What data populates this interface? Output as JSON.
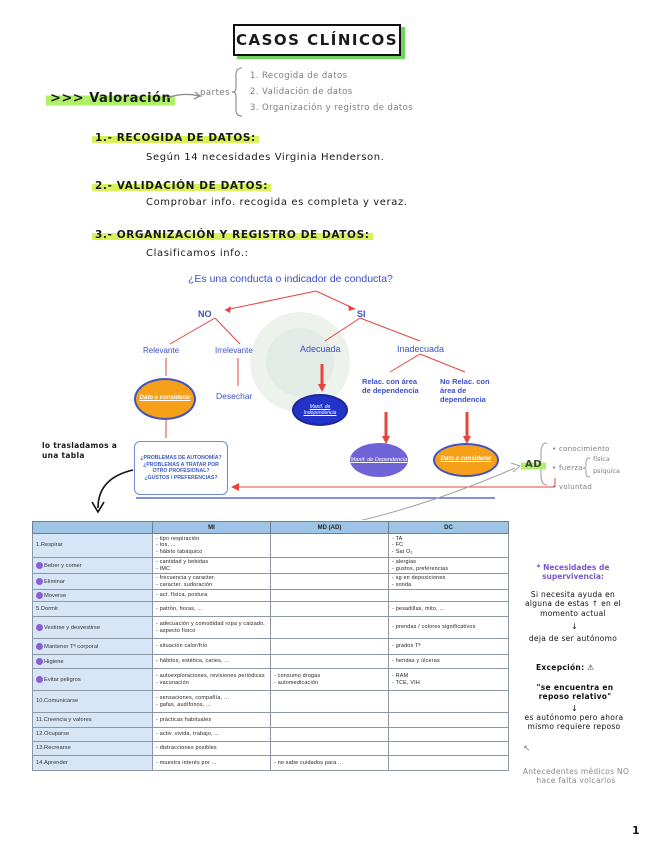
{
  "title": "CASOS CLÍNICOS",
  "valoracion": {
    "label": ">>> Valoración",
    "partes_label": "partes",
    "parts": [
      "1. Recogida de datos",
      "2. Validación de datos",
      "3. Organización y registro de datos"
    ]
  },
  "steps": [
    {
      "title": "1.- RECOGIDA DE DATOS:",
      "text": "Según 14 necesidades Virginia Henderson."
    },
    {
      "title": "2.- VALIDACIÓN DE DATOS:",
      "text": "Comprobar info. recogida es completa y veraz."
    },
    {
      "title": "3.- ORGANIZACIÓN Y REGISTRO DE DATOS:",
      "text": "Clasificamos info.:"
    }
  ],
  "flowchart": {
    "question": "¿Es una conducta o indicador de conducta?",
    "no": "NO",
    "si": "SI",
    "relevante": "Relevante",
    "irrelevante": "Irrelevante",
    "adecuada": "Adecuada",
    "inadecuada": "Inadecuada",
    "dato_considerar_1": "Dato a considerar",
    "desechar": "Desechar",
    "manif_independencia": "Manif. de Independencia",
    "relac_dependencia": "Relac. con área de dependencia",
    "no_relac_dependencia": "No Relac. con área de dependencia",
    "manif_dependencia": "Manif. de Dependencia",
    "dato_considerar_2": "Dato a considerar",
    "problemas_box": [
      "¿PROBLEMAS DE AUTONOMÍA?",
      "¿PROBLEMAS A TRATAR POR OTRO PROFESIONAL?",
      "¿GUSTOS / PREFERENCIAS?"
    ]
  },
  "side_note_left": "lo trasladamos a una tabla",
  "ad": {
    "label": "AD",
    "items": [
      "conocimiento",
      "fuerza",
      "voluntad"
    ],
    "fuerza_sub": [
      "física",
      "psíquica"
    ]
  },
  "table": {
    "headers": [
      "",
      "MI",
      "MD (AD)",
      "DC"
    ],
    "rows": [
      {
        "need": "1.Respirar",
        "tick": false,
        "mi": [
          "- tipo respiración",
          "- tos, ...",
          "- hábito tabáquico"
        ],
        "md": [],
        "dc": [
          "- TA",
          "- FC",
          "- Sat O₂"
        ]
      },
      {
        "need": "Beber y comer",
        "tick": true,
        "mi": [
          "- cantidad y bebidas",
          "- IMC"
        ],
        "md": [],
        "dc": [
          "- alergias",
          "- gustos, preferencias"
        ]
      },
      {
        "need": "Eliminar",
        "tick": true,
        "mi": [
          "- frecuencia y caracter.",
          "- caracter. sudoración"
        ],
        "md": [],
        "dc": [
          "- sg en deposiciones",
          "- sonda"
        ]
      },
      {
        "need": "Moverse",
        "tick": true,
        "mi": [
          "- act. física, postura"
        ],
        "md": [],
        "dc": []
      },
      {
        "need": "5.Dormir",
        "tick": false,
        "mi": [
          "- patrón, horas, ..."
        ],
        "md": [],
        "dc": [
          "- pesadillas, mito, ..."
        ]
      },
      {
        "need": "Vestirse y desvestirse",
        "tick": true,
        "mi": [
          "- adecuación y comodidad ropa y calzado.",
          "- aspecto físico"
        ],
        "md": [],
        "dc": [
          "- prendas / colores significativos"
        ]
      },
      {
        "need": "Mantener Tª corporal",
        "tick": true,
        "mi": [
          "- situación calor/frío"
        ],
        "md": [],
        "dc": [
          "- grados Tª"
        ]
      },
      {
        "need": "Higiene",
        "tick": true,
        "mi": [
          "- hábitos, estética, caries, ..."
        ],
        "md": [],
        "dc": [
          "- heridas y úlceras"
        ]
      },
      {
        "need": "Evitar peligros",
        "tick": true,
        "mi": [
          "- autoexploraciones, revisiones periódicas",
          "- vacunación"
        ],
        "md": [
          "- consumo drogas",
          "- automedicación"
        ],
        "dc": [
          "- RAM",
          "- TCE, VIH"
        ]
      },
      {
        "need": "10.Comunicarse",
        "tick": false,
        "mi": [
          "- sensaciones, compañía, ...",
          "- gafas, audífonos, ..."
        ],
        "md": [],
        "dc": []
      },
      {
        "need": "11.Creencia y valores",
        "tick": false,
        "mi": [
          "- prácticas habituales"
        ],
        "md": [],
        "dc": []
      },
      {
        "need": "12.Ocuparse",
        "tick": false,
        "mi": [
          "- activ. vivida, trabajo, ..."
        ],
        "md": [],
        "dc": []
      },
      {
        "need": "13.Recrearse",
        "tick": false,
        "mi": [
          "- distracciones posibles"
        ],
        "md": [],
        "dc": []
      },
      {
        "need": "14.Aprender",
        "tick": false,
        "mi": [
          "- muestra interés por ..."
        ],
        "md": [
          "- no sabe cuidados para ..."
        ],
        "dc": []
      }
    ]
  },
  "right_notes": {
    "needs_title": "* Necesidades de supervivencia:",
    "needs_text_1": "Si necesita ayuda en alguna de estas ↑ en el momento actual",
    "needs_text_2": "deja de ser autónomo",
    "exception_title": "Excepción:",
    "exception_quote": "\"se encuentra en reposo relativo\"",
    "exception_text": "es autónomo pero ahora mismo requiere reposo",
    "footer": "Antecedentes médicos NO hace falta volcarlos"
  },
  "page_number": "1"
}
